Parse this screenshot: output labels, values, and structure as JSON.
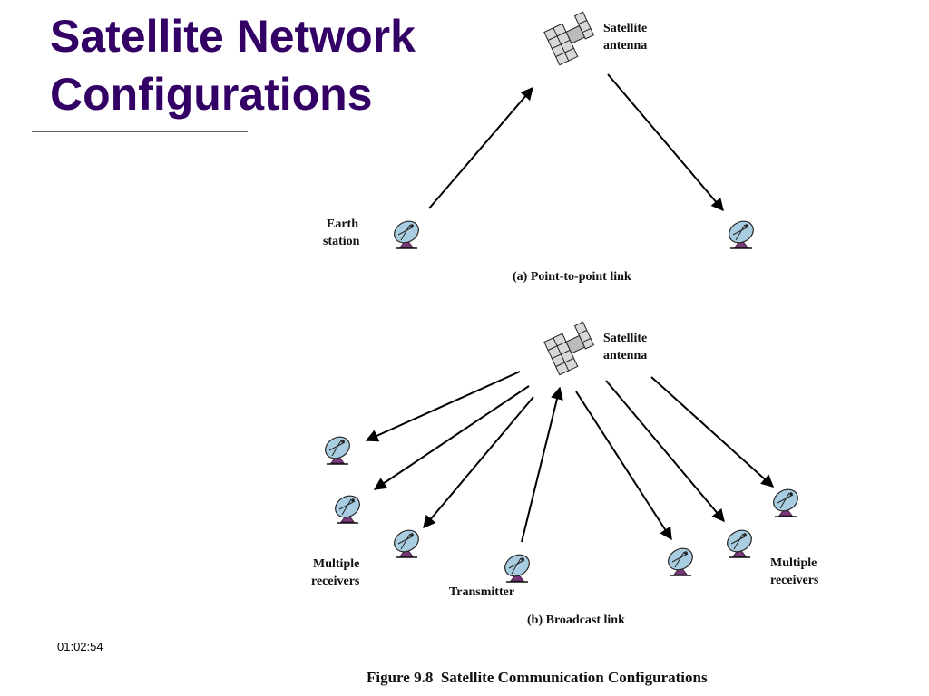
{
  "slide": {
    "title_line1": "Satellite Network",
    "title_line2": "Configurations",
    "timestamp": "01:02:54"
  },
  "figure": {
    "caption": "Figure 9.8  Satellite Communication Configurations",
    "panel_a": {
      "caption": "(a) Point-to-point link",
      "satellite_label_line1": "Satellite",
      "satellite_label_line2": "antenna",
      "earth_station_label_line1": "Earth",
      "earth_station_label_line2": "station"
    },
    "panel_b": {
      "caption": "(b) Broadcast link",
      "satellite_label_line1": "Satellite",
      "satellite_label_line2": "antenna",
      "transmitter_label": "Transmitter",
      "left_receivers_label_line1": "Multiple",
      "left_receivers_label_line2": "receivers",
      "right_receivers_label_line1": "Multiple",
      "right_receivers_label_line2": "receivers"
    }
  },
  "icons": {
    "satellite": "satellite-icon",
    "dish": "dish-antenna-icon"
  },
  "colors": {
    "title": "#330066",
    "dish_fill": "#a9cde0",
    "dish_base": "#7a3a7a"
  }
}
